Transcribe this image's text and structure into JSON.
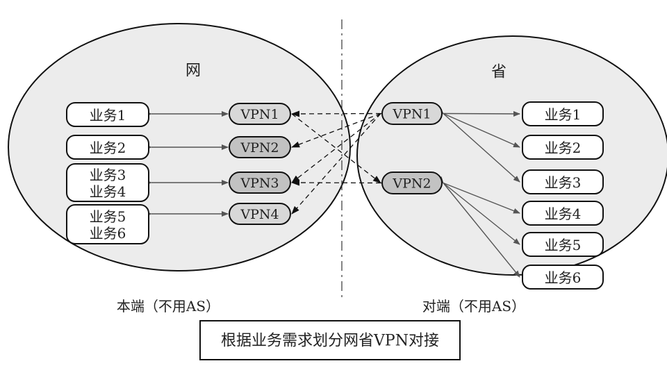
{
  "left_region": {
    "title": "网",
    "caption": "本端（不用AS）",
    "vpns": [
      {
        "label": "VPN1",
        "highlight": false
      },
      {
        "label": "VPN2",
        "highlight": true
      },
      {
        "label": "VPN3",
        "highlight": true
      },
      {
        "label": "VPN4",
        "highlight": false
      }
    ],
    "services": [
      {
        "lines": [
          "业务1"
        ]
      },
      {
        "lines": [
          "业务2"
        ]
      },
      {
        "lines": [
          "业务3",
          "业务4"
        ]
      },
      {
        "lines": [
          "业务5",
          "业务6"
        ]
      }
    ]
  },
  "right_region": {
    "title": "省",
    "caption": "对端（不用AS）",
    "vpns": [
      {
        "label": "VPN1",
        "highlight": false
      },
      {
        "label": "VPN2",
        "highlight": true
      }
    ],
    "services": [
      {
        "lines": [
          "业务1"
        ]
      },
      {
        "lines": [
          "业务2"
        ]
      },
      {
        "lines": [
          "业务3"
        ]
      },
      {
        "lines": [
          "业务4"
        ]
      },
      {
        "lines": [
          "业务5"
        ]
      },
      {
        "lines": [
          "业务6"
        ]
      }
    ]
  },
  "footer_label": "根据业务需求划分网省VPN对接",
  "colors": {
    "ellipse_fill": "#ececec",
    "vpn_fill": "#d8d8d8",
    "vpn_fill_highlight": "#c2c2c2",
    "box_fill": "#ffffff",
    "stroke": "#111111",
    "arrow": "#555555"
  }
}
